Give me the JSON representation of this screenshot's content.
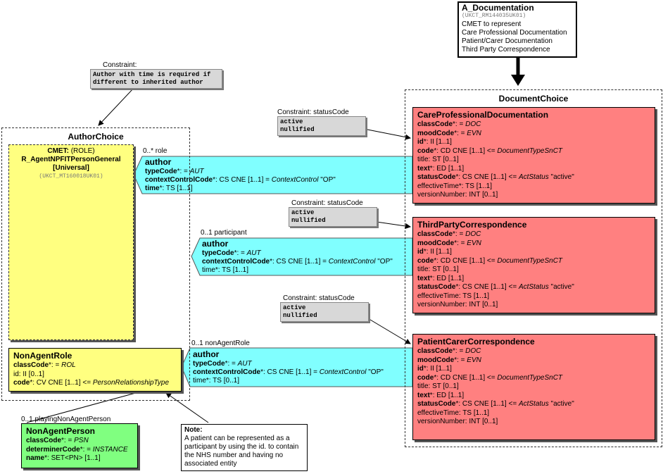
{
  "a_documentation": {
    "title": "A_Documentation",
    "id": "(UKCT_RM144035UK01)",
    "lines": [
      "CMET to represent",
      "Care Professional Documentation",
      "Patient/Carer Documentation",
      "Third Party Correspondence"
    ]
  },
  "document_choice": {
    "title": "DocumentChoice"
  },
  "author_choice": {
    "title": "AuthorChoice"
  },
  "constraint_author": {
    "label": "Constraint:",
    "body": "Author with time is required if\ndifferent to inherited author"
  },
  "constraints": [
    {
      "label": "Constraint: statusCode",
      "body": "active\nnullified"
    },
    {
      "label": "Constraint: statusCode",
      "body": "active\nnullified"
    },
    {
      "label": "Constraint: statusCode",
      "body": "active\nnullified"
    }
  ],
  "cmet": {
    "prefix": "CMET:",
    "role": "(ROLE)",
    "name": "R_AgentNPFITPersonGeneral",
    "variant": "[Universal]",
    "id": "(UKCT_MT160018UK01)"
  },
  "authors": [
    {
      "multiplicity": "0..* role",
      "title": "author",
      "type_code": "typeCode",
      "type_code_value": "*: = ",
      "type_code_val": "AUT",
      "ctx_name": "contextControlCode",
      "ctx_mid": "*: CS CNE [1..1] = ",
      "ctx_val": "ContextControl",
      "ctx_tail": " \"OP\"",
      "time_name": "time",
      "time_tail": "*: TS [1..1]"
    },
    {
      "multiplicity": "0..1 participant",
      "title": "author",
      "type_code": "typeCode",
      "type_code_value": "*: = ",
      "type_code_val": "AUT",
      "ctx_name": "contextControlCode",
      "ctx_mid": "*: CS CNE [1..1] = ",
      "ctx_val": "ContextControl",
      "ctx_tail": " \"OP\"",
      "time_name": "time",
      "time_tail": "*: TS [1..1]"
    },
    {
      "multiplicity": "0..1 nonAgentRole",
      "title": "author",
      "type_code": "typeCode",
      "type_code_value": "*: = ",
      "type_code_val": "AUT",
      "ctx_name": "contextControlCode",
      "ctx_mid": "*: CS CNE [1..1] = ",
      "ctx_val": "ContextControl",
      "ctx_tail": " \"OP\"",
      "time_name": "time",
      "time_tail": "*: TS [0..1]"
    }
  ],
  "doc_classes": [
    {
      "title": "CareProfessionalDocumentation",
      "attrs": [
        {
          "b": "classCode",
          "t": "*: = ",
          "i": "DOC",
          "r": ""
        },
        {
          "b": "moodCode",
          "t": "*: = ",
          "i": "EVN",
          "r": ""
        },
        {
          "b": "id",
          "t": "*: II [1..1]",
          "i": "",
          "r": ""
        },
        {
          "b": "code",
          "t": "*: CD CNE [1..1] <= ",
          "i": "DocumentTypeSnCT",
          "r": ""
        },
        {
          "b": "",
          "t": "title: ST [0..1]",
          "i": "",
          "r": ""
        },
        {
          "b": "text",
          "t": "*: ED [1..1]",
          "i": "",
          "r": ""
        },
        {
          "b": "statusCode",
          "t": "*: CS CNE [1..1] <= ",
          "i": "ActStatus",
          "r": " \"active\""
        },
        {
          "b": "",
          "t": "effectiveTime*: TS [1..1]",
          "i": "",
          "r": ""
        },
        {
          "b": "",
          "t": "versionNumber: INT [0..1]",
          "i": "",
          "r": ""
        }
      ]
    },
    {
      "title": "ThirdPartyCorrespondence",
      "attrs": [
        {
          "b": "classCode",
          "t": "*: = ",
          "i": "DOC",
          "r": ""
        },
        {
          "b": "moodCode",
          "t": "*: = ",
          "i": "EVN",
          "r": ""
        },
        {
          "b": "id",
          "t": "*: II [1..1]",
          "i": "",
          "r": ""
        },
        {
          "b": "code",
          "t": "*: CD CNE [1..1] <= ",
          "i": "DocumentTypeSnCT",
          "r": ""
        },
        {
          "b": "",
          "t": "title: ST [0..1]",
          "i": "",
          "r": ""
        },
        {
          "b": "text",
          "t": "*: ED [1..1]",
          "i": "",
          "r": ""
        },
        {
          "b": "statusCode",
          "t": "*: CS CNE [1..1] <= ",
          "i": "ActStatus",
          "r": " \"active\""
        },
        {
          "b": "",
          "t": "effectiveTime: TS [1..1]",
          "i": "",
          "r": ""
        },
        {
          "b": "",
          "t": "versionNumber: INT [0..1]",
          "i": "",
          "r": ""
        }
      ]
    },
    {
      "title": "PatientCarerCorrespondence",
      "attrs": [
        {
          "b": "classCode",
          "t": "*: = ",
          "i": "DOC",
          "r": ""
        },
        {
          "b": "moodCode",
          "t": "*: = ",
          "i": "EVN",
          "r": ""
        },
        {
          "b": "id",
          "t": "*: II [1..1]",
          "i": "",
          "r": ""
        },
        {
          "b": "code",
          "t": "*: CD CNE [1..1] <= ",
          "i": "DocumentTypeSnCT",
          "r": ""
        },
        {
          "b": "",
          "t": "title: ST [0..1]",
          "i": "",
          "r": ""
        },
        {
          "b": "text",
          "t": "*: ED [1..1]",
          "i": "",
          "r": ""
        },
        {
          "b": "statusCode",
          "t": "*: CS CNE [1..1] <= ",
          "i": "ActStatus",
          "r": " \"active\""
        },
        {
          "b": "",
          "t": "effectiveTime: TS [1..1]",
          "i": "",
          "r": ""
        },
        {
          "b": "",
          "t": "versionNumber: INT [0..1]",
          "i": "",
          "r": ""
        }
      ]
    }
  ],
  "non_agent_role": {
    "title": "NonAgentRole",
    "attrs": [
      {
        "b": "classCode",
        "t": "*: = ",
        "i": "ROL",
        "r": ""
      },
      {
        "b": "",
        "t": "id: II [0..1]",
        "i": "",
        "r": ""
      },
      {
        "b": "code",
        "t": "*: CV CNE [1..1] <= ",
        "i": "PersonRelationshipType",
        "r": ""
      }
    ]
  },
  "non_agent_person": {
    "multiplicity": "0..1 playingNonAgentPerson",
    "title": "NonAgentPerson",
    "attrs": [
      {
        "b": "classCode",
        "t": "*: = ",
        "i": "PSN",
        "r": ""
      },
      {
        "b": "determinerCode",
        "t": "*: = ",
        "i": "INSTANCE",
        "r": ""
      },
      {
        "b": "name",
        "t": "*: SET<PN> [1..1]",
        "i": "",
        "r": ""
      }
    ]
  },
  "note": {
    "title": "Note:",
    "text": "A patient can be represented as  a participant by using the id. to contain the NHS number and having no associated entity"
  }
}
